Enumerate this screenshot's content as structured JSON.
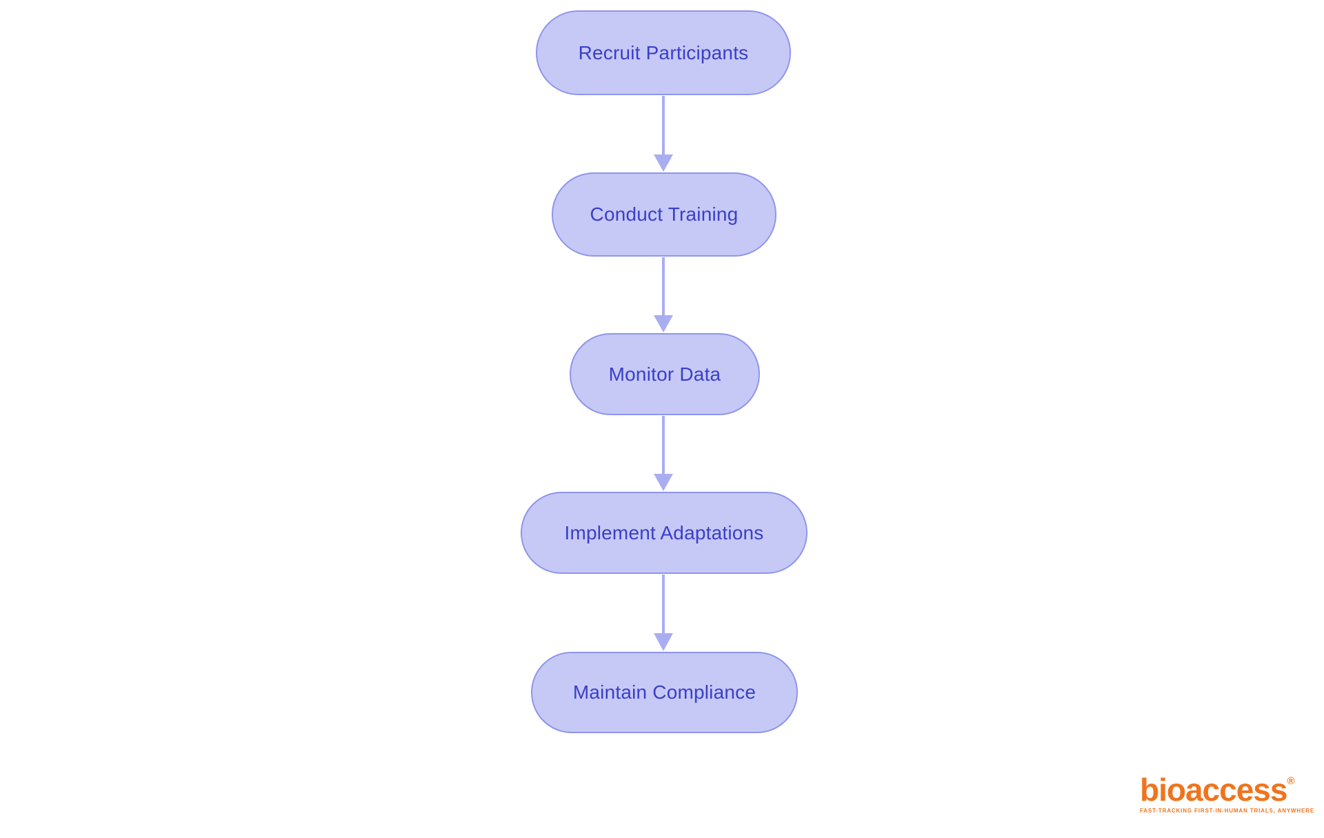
{
  "diagram": {
    "type": "flowchart",
    "direction": "top-down",
    "nodes": [
      {
        "id": "recruit-participants",
        "label": "Recruit Participants"
      },
      {
        "id": "conduct-training",
        "label": "Conduct Training"
      },
      {
        "id": "monitor-data",
        "label": "Monitor Data"
      },
      {
        "id": "implement-adaptations",
        "label": "Implement Adaptations"
      },
      {
        "id": "maintain-compliance",
        "label": "Maintain Compliance"
      }
    ],
    "edges": [
      {
        "from": "recruit-participants",
        "to": "conduct-training"
      },
      {
        "from": "conduct-training",
        "to": "monitor-data"
      },
      {
        "from": "monitor-data",
        "to": "implement-adaptations"
      },
      {
        "from": "implement-adaptations",
        "to": "maintain-compliance"
      }
    ]
  },
  "branding": {
    "logo_text": "bioaccess",
    "registered_mark": "®",
    "tagline": "FAST-TRACKING FIRST-IN-HUMAN TRIALS, ANYWHERE"
  },
  "colors": {
    "node_fill": "#c6c9f6",
    "node_border": "#8e95ec",
    "node_text": "#3b3ec8",
    "arrow": "#a9aef0",
    "logo_orange": "#f0741e",
    "background": "#ffffff"
  }
}
